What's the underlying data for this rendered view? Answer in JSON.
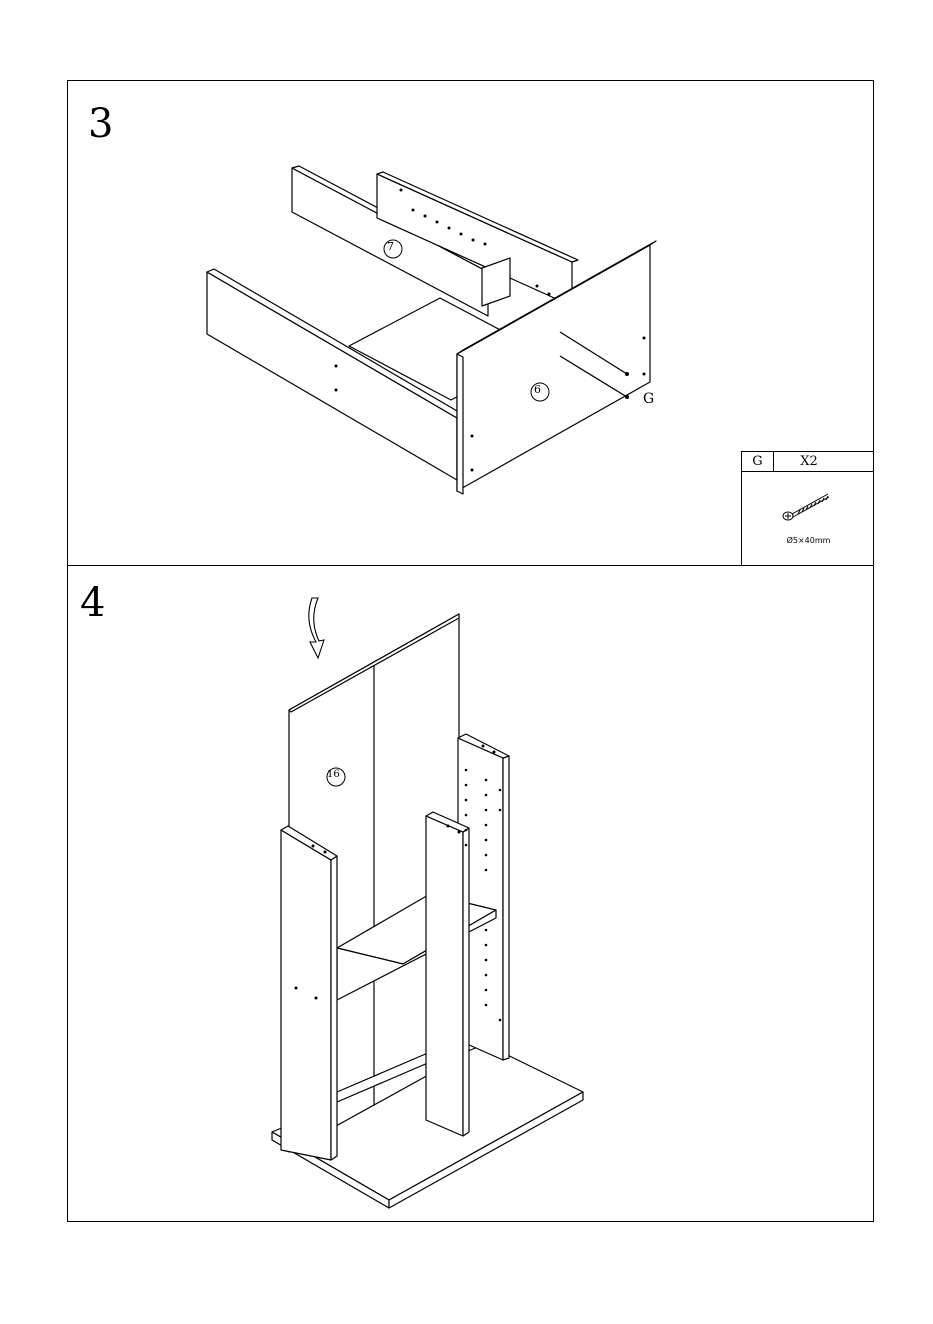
{
  "steps": [
    {
      "number": "3",
      "panel_labels": [
        "7",
        "6"
      ],
      "hardware_callout": "G"
    },
    {
      "number": "4",
      "panel_labels": [
        "16"
      ]
    }
  ],
  "parts": {
    "id": "G",
    "quantity": "X2",
    "size": "Ø5×40mm"
  }
}
